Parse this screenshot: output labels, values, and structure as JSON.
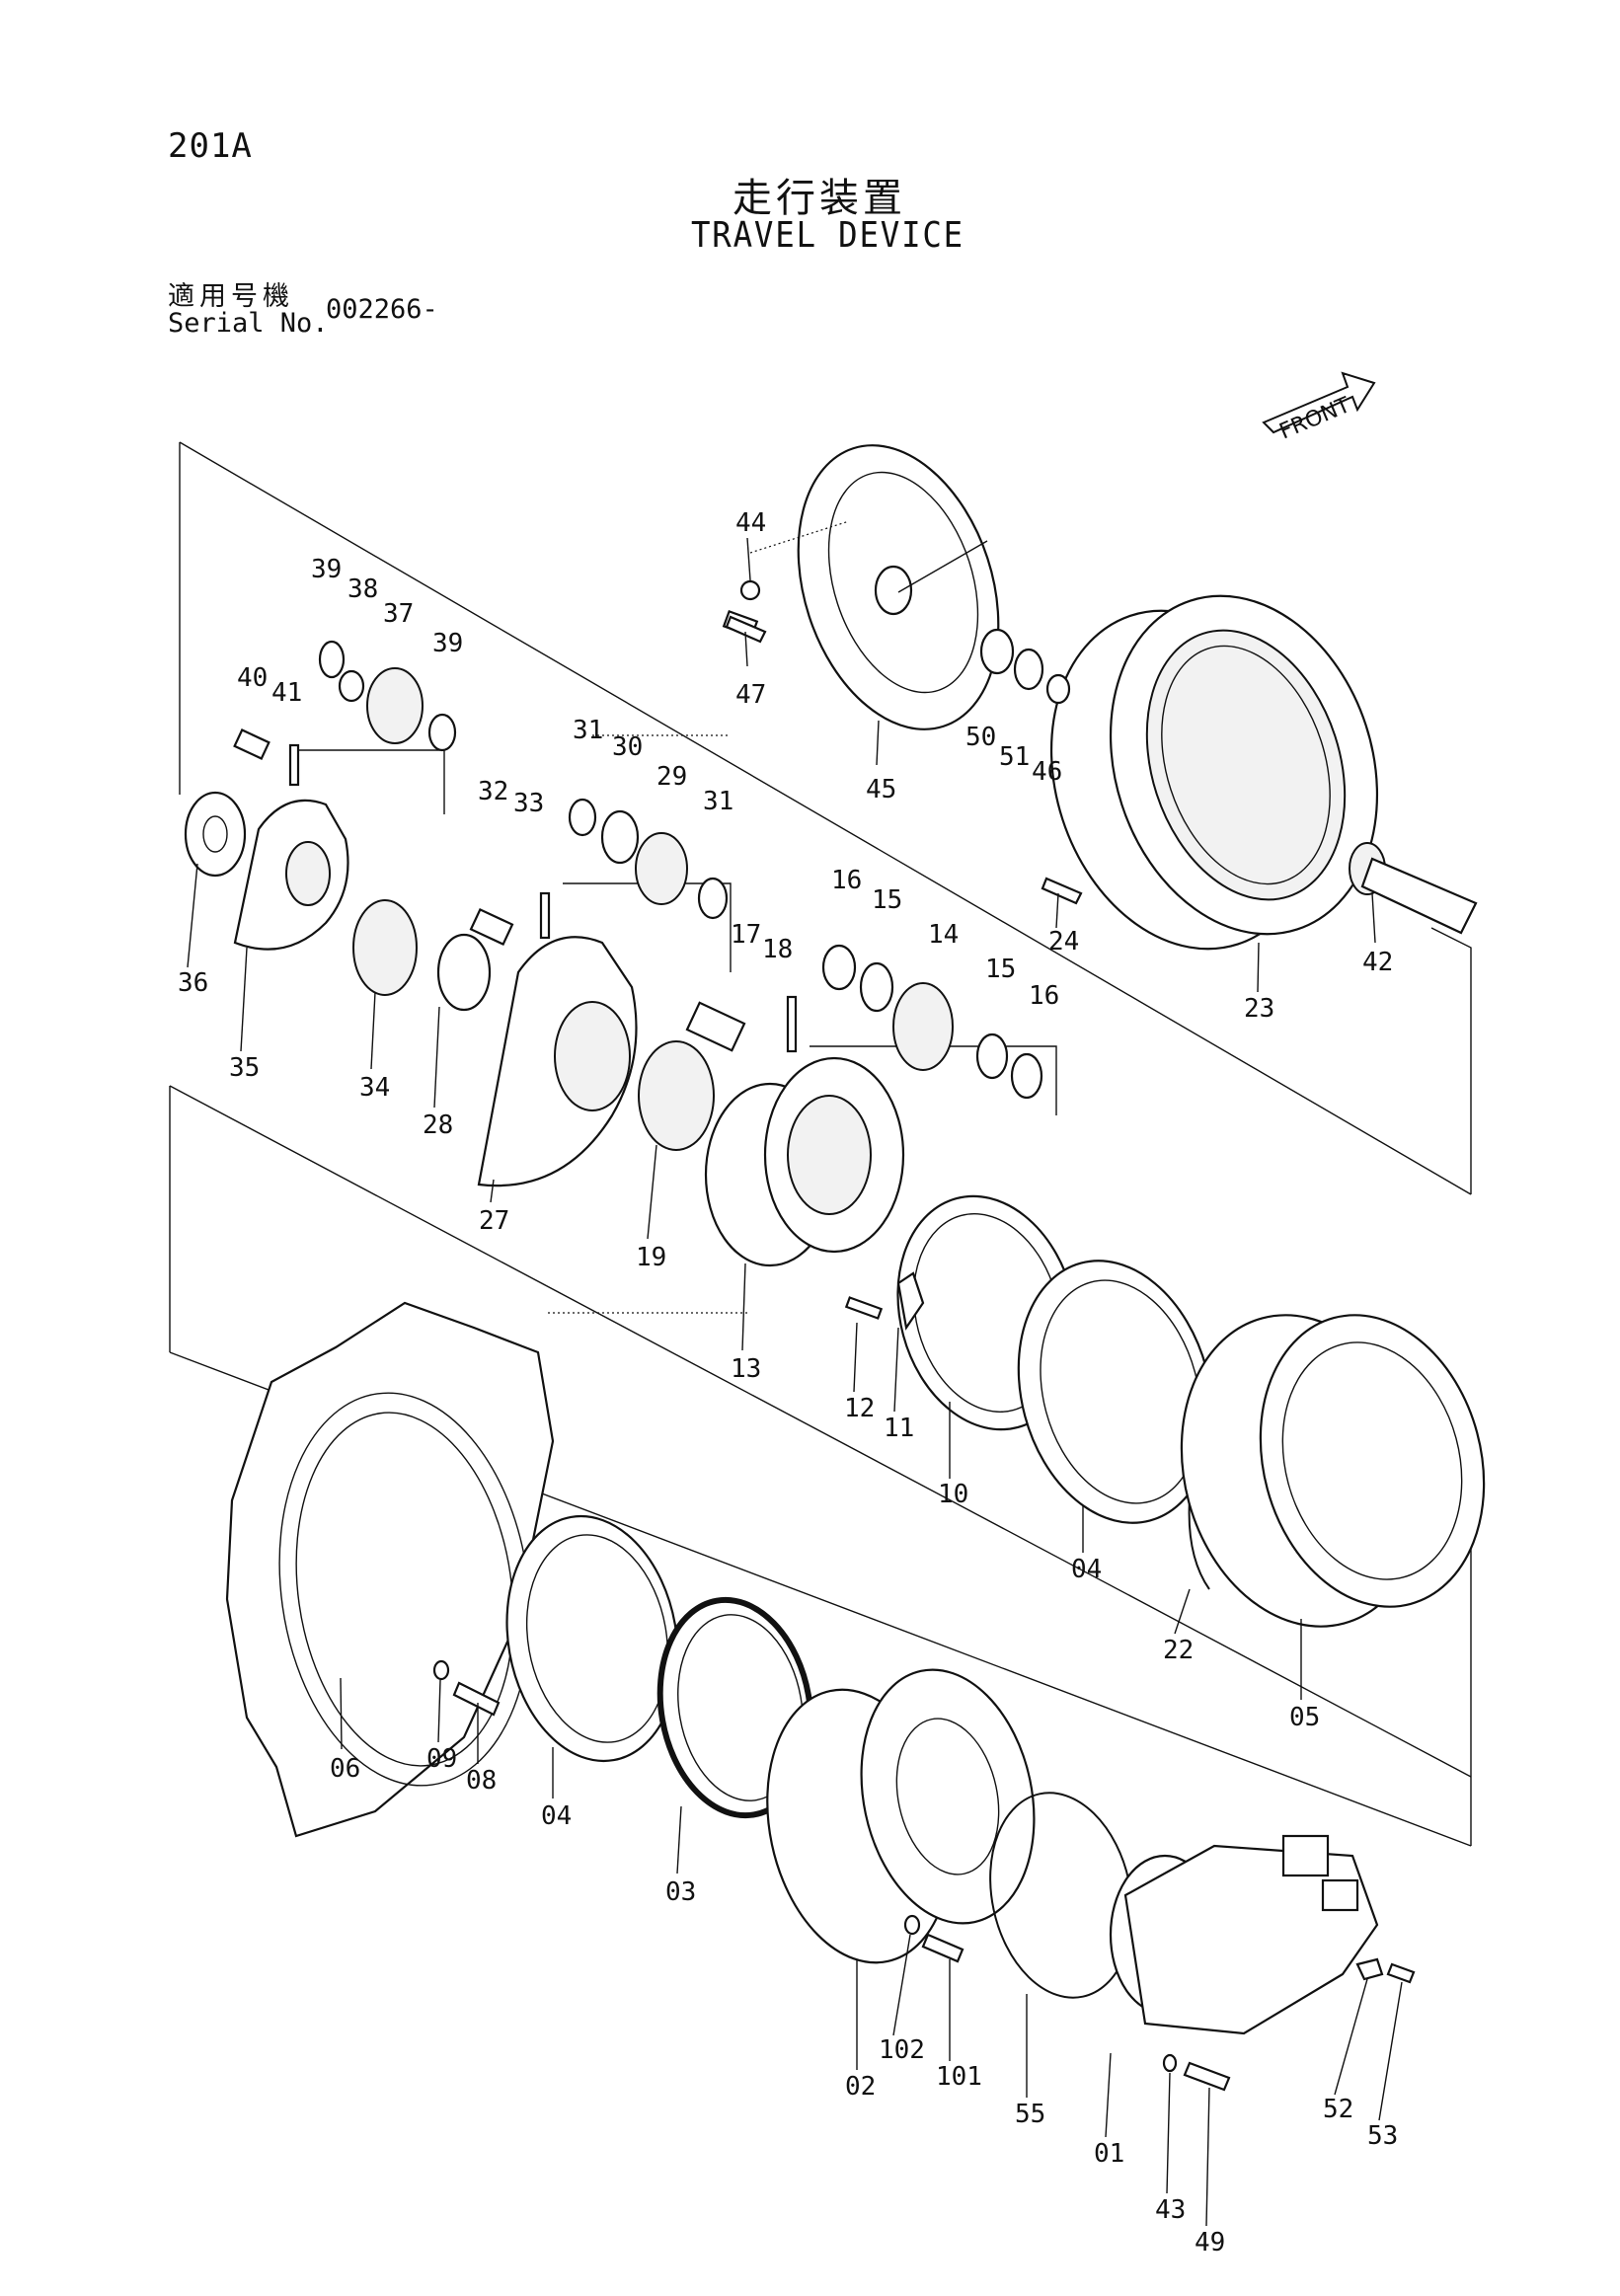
{
  "header": {
    "page_code": "201A",
    "title_jp": "走行装置",
    "title_en": "TRAVEL DEVICE",
    "serial_label_jp": "適用号機",
    "serial_label_en": "Serial No.",
    "serial_value": "002266-"
  },
  "front_marker": "FRONT",
  "part_labels": [
    "01",
    "02",
    "03",
    "04",
    "04",
    "05",
    "06",
    "08",
    "09",
    "10",
    "11",
    "12",
    "13",
    "14",
    "15",
    "15",
    "16",
    "16",
    "17",
    "18",
    "19",
    "22",
    "23",
    "24",
    "27",
    "28",
    "29",
    "30",
    "31",
    "31",
    "32",
    "33",
    "34",
    "35",
    "36",
    "37",
    "38",
    "39",
    "39",
    "40",
    "41",
    "42",
    "43",
    "44",
    "45",
    "46",
    "47",
    "49",
    "50",
    "51",
    "52",
    "53",
    "55",
    "101",
    "102"
  ]
}
